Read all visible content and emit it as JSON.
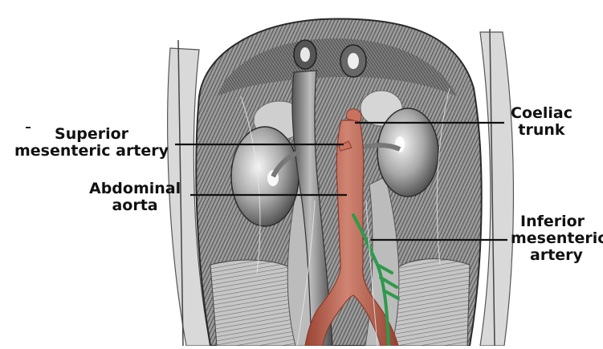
{
  "labels": {
    "superior_mesenteric": {
      "line1": "Superior",
      "line2": "mesenteric artery"
    },
    "abdominal_aorta": {
      "line1": "Abdominal",
      "line2": "aorta"
    },
    "coeliac_trunk": {
      "line1": "Coeliac",
      "line2": "trunk"
    },
    "inferior_mesenteric": {
      "line1": "Inferior",
      "line2": "mesenteric",
      "line3": "artery"
    }
  },
  "colors": {
    "aorta": "#c9725f",
    "aorta_edge": "#8a3a2c",
    "inferior_mesenteric": "#2e9a4c",
    "leader_lines": "#111111",
    "engraving_dark": "#3a3a3a",
    "engraving_mid": "#8c8c8c",
    "engraving_light": "#e6e6e6"
  }
}
